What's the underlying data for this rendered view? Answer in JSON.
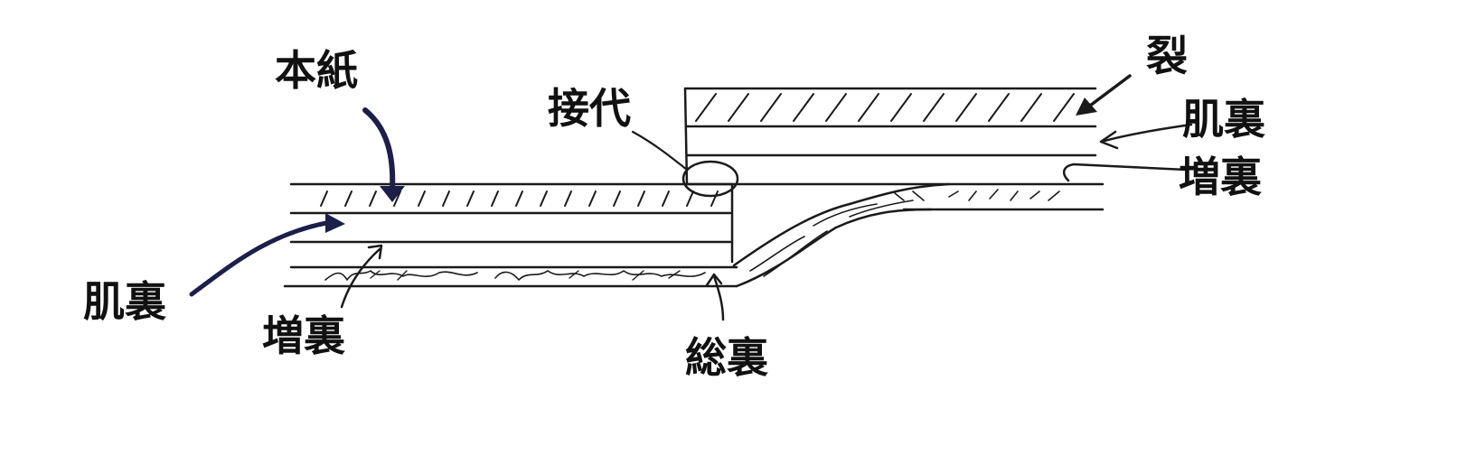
{
  "labels": {
    "honshi": "本紙",
    "hadaura_left": "肌裏",
    "mashiura_left": "増裏",
    "tsugishiro": "接代",
    "souura": "総裏",
    "kire": "裂",
    "hadaura_right": "肌裏",
    "mashiura_right": "増裏"
  },
  "colors": {
    "ink": "#1a1a1a",
    "navy_arrow": "#1c1f4a",
    "background": "#ffffff"
  }
}
